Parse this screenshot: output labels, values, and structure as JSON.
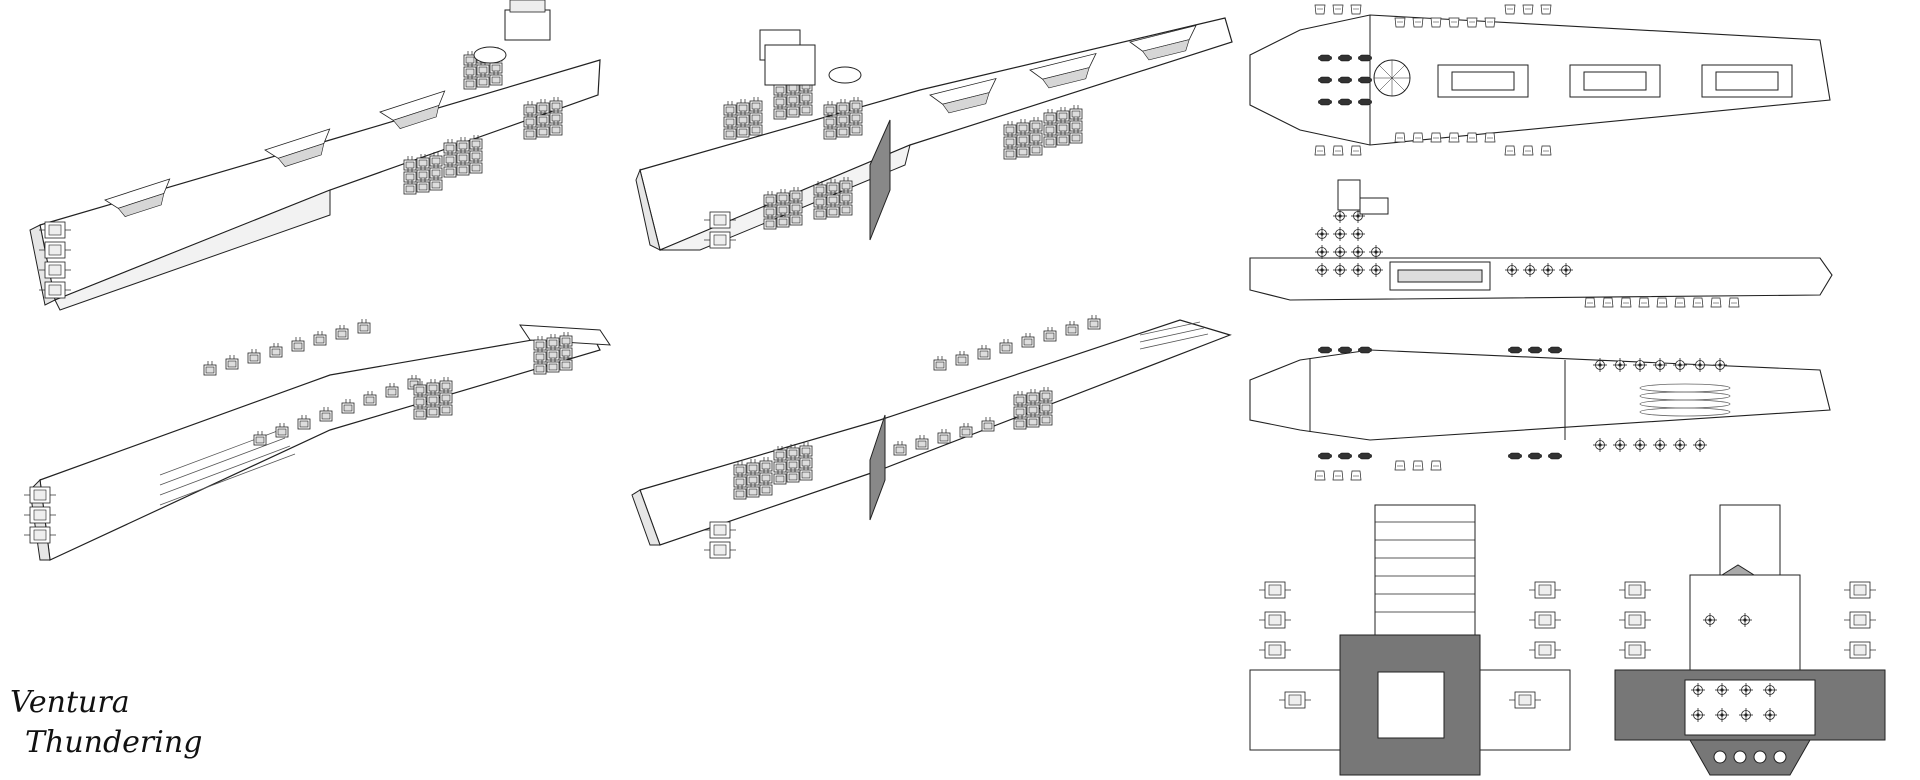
{
  "signature": {
    "lines": [
      "Ventura",
      "Thundering"
    ]
  },
  "views": [
    {
      "name": "perspective-top-front-left"
    },
    {
      "name": "perspective-top-rear-right"
    },
    {
      "name": "perspective-side-low-left"
    },
    {
      "name": "perspective-side-low-right"
    },
    {
      "name": "orthographic-top"
    },
    {
      "name": "orthographic-side"
    },
    {
      "name": "orthographic-bottom"
    },
    {
      "name": "orthographic-front"
    },
    {
      "name": "orthographic-rear"
    }
  ]
}
